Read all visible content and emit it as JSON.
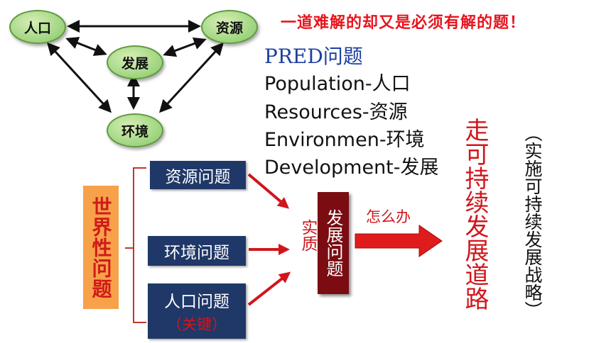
{
  "headline": "一道难解的却又是必须有解的题！",
  "pred": {
    "title": "PRED问题",
    "lines": [
      "Population-人口",
      "Resources-资源",
      "Environmen-环境",
      "Development-发展"
    ]
  },
  "triangle": {
    "population": "人口",
    "resources": "资源",
    "development": "发展",
    "environment": "环境"
  },
  "world_problems": "世界性问题",
  "problems": {
    "resources": "资源问题",
    "environment": "环境问题",
    "population": "人口问题",
    "population_key": "（关键）"
  },
  "essence": "实质",
  "development_problem": "发展问题",
  "what_to_do": "怎么办",
  "sustainable_path": "走可持续发展道路",
  "strategy": "（实施可持续发展战略）",
  "colors": {
    "headline_red": "#e8141d",
    "accent_red": "#d0161c",
    "navy_box": "#1f3868",
    "dark_red_box": "#7a0c12",
    "orange_box": "#f7a24a",
    "node_green": "#a9d98a",
    "pred_title_blue": "#1d3fa0"
  }
}
